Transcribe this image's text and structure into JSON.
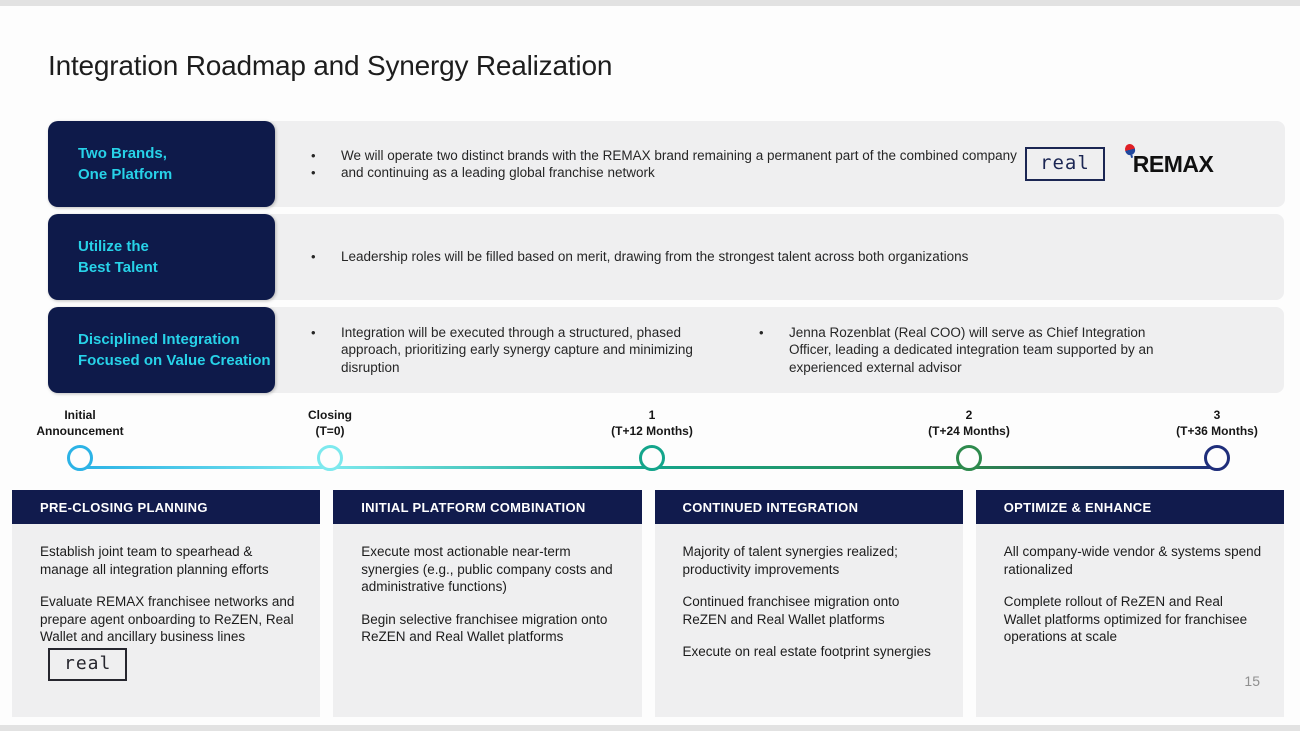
{
  "title": "Integration Roadmap and Synergy Realization",
  "page_number": "15",
  "colors": {
    "navy_box": "#0e1a4a",
    "cyan_accent": "#27d2e8",
    "panel_gray": "#efeff0",
    "header_navy": "#111b4d"
  },
  "logos": {
    "real": "real",
    "remax": "REMAX"
  },
  "principles": [
    {
      "label1": "Two Brands,",
      "label2": "One Platform",
      "bullets": [
        "We will operate two distinct brands with the REMAX brand remaining a permanent part of the combined company",
        "and continuing as a leading global franchise network"
      ]
    },
    {
      "label1": "Utilize the",
      "label2": "Best Talent",
      "bullets": [
        "Leadership roles will be filled based on merit, drawing from the strongest talent across both organizations"
      ]
    },
    {
      "label1": "Disciplined Integration",
      "label2": "Focused on Value Creation",
      "bullets_left": [
        "Integration will be executed through a structured, phased approach, prioritizing early synergy capture and minimizing disruption"
      ],
      "bullets_right": [
        "Jenna Rozenblat (Real COO) will serve as Chief Integration Officer, leading a dedicated integration team supported by an experienced external advisor"
      ]
    }
  ],
  "timeline": [
    {
      "line1": "Initial",
      "line2": "Announcement",
      "color": "#2cb3e6"
    },
    {
      "line1": "Closing",
      "line2": "(T=0)",
      "color": "#7de9ee"
    },
    {
      "line1": "1",
      "line2": "(T+12 Months)",
      "color": "#14a58b"
    },
    {
      "line1": "2",
      "line2": "(T+24 Months)",
      "color": "#2e8a4d"
    },
    {
      "line1": "3",
      "line2": "(T+36 Months)",
      "color": "#1f2e7b"
    }
  ],
  "phases": [
    {
      "title": "PRE-CLOSING PLANNING",
      "items": [
        "Establish joint team to spearhead & manage all integration planning efforts",
        "Evaluate REMAX franchisee networks and prepare agent onboarding to ReZEN, Real Wallet and ancillary business lines"
      ]
    },
    {
      "title": "INITIAL PLATFORM COMBINATION",
      "items": [
        "Execute most actionable near-term synergies (e.g., public company costs and administrative functions)",
        "Begin selective franchisee migration onto ReZEN and Real Wallet platforms"
      ]
    },
    {
      "title": "CONTINUED INTEGRATION",
      "items": [
        "Majority of talent synergies realized; productivity improvements",
        "Continued franchisee migration onto ReZEN and Real Wallet platforms",
        "Execute on real estate footprint synergies"
      ]
    },
    {
      "title": "OPTIMIZE & ENHANCE",
      "items": [
        "All company-wide vendor & systems spend rationalized",
        "Complete rollout of ReZEN and Real Wallet platforms optimized for franchisee operations at scale"
      ]
    }
  ]
}
